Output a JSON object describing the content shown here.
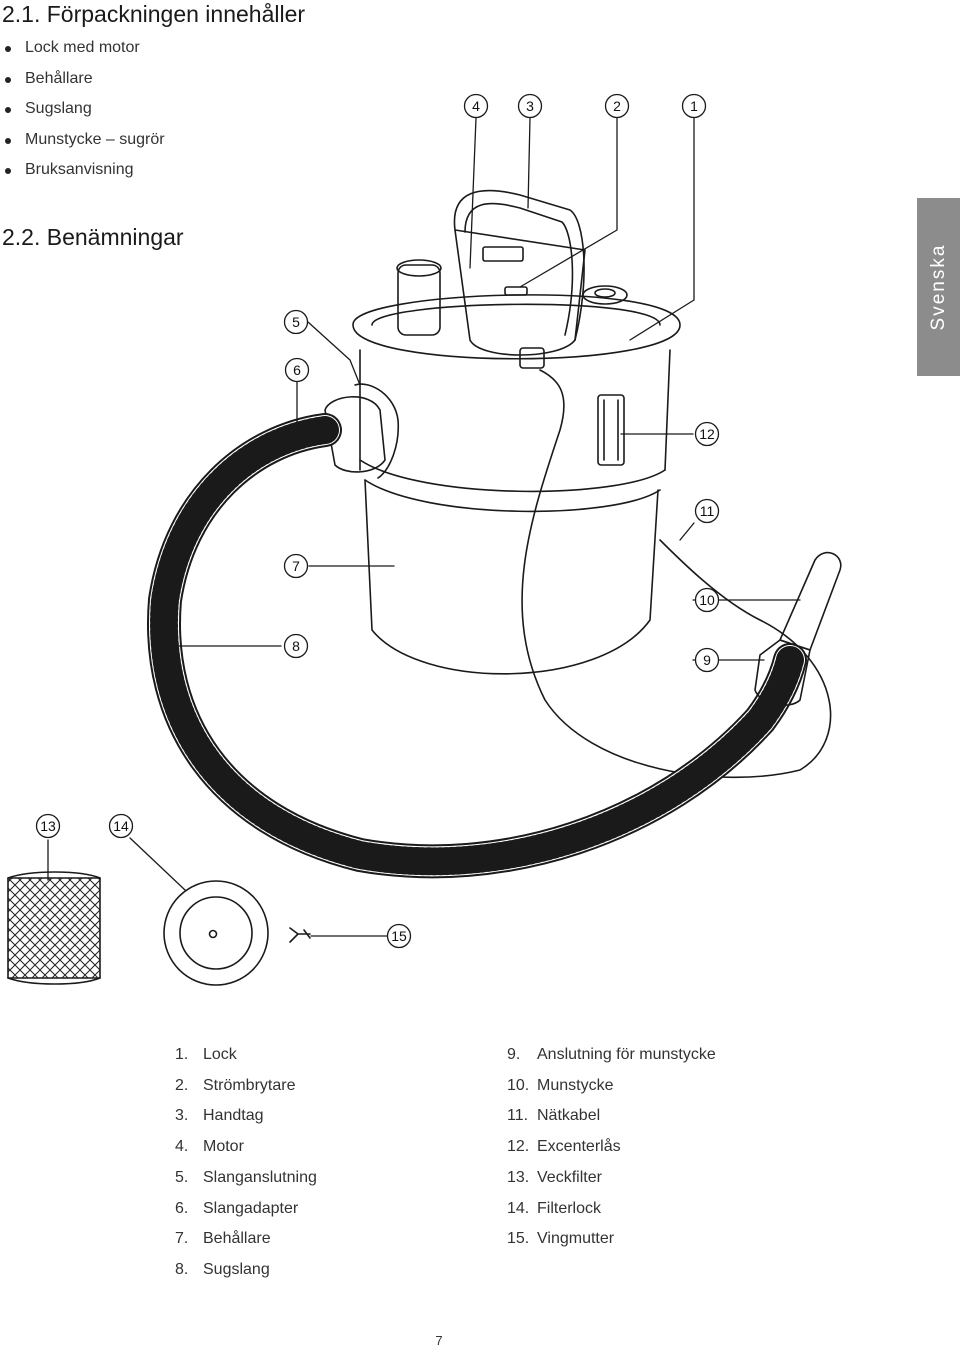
{
  "section_contents": {
    "title": "2.1. Förpackningen innehåller",
    "items": [
      "Lock med motor",
      "Behållare",
      "Sugslang",
      "Munstycke – sugrör",
      "Bruksanvisning"
    ]
  },
  "section_names": {
    "title": "2.2. Benämningar"
  },
  "language_tab": "Svenska",
  "diagram_callouts": [
    "1",
    "2",
    "3",
    "4",
    "5",
    "6",
    "7",
    "8",
    "9",
    "10",
    "11",
    "12",
    "13",
    "14",
    "15"
  ],
  "parts_left": [
    {
      "num": "1.",
      "label": "Lock"
    },
    {
      "num": "2.",
      "label": "Strömbrytare"
    },
    {
      "num": "3.",
      "label": "Handtag"
    },
    {
      "num": "4.",
      "label": "Motor"
    },
    {
      "num": "5.",
      "label": "Slanganslutning"
    },
    {
      "num": "6.",
      "label": "Slangadapter"
    },
    {
      "num": "7.",
      "label": "Behållare"
    },
    {
      "num": "8.",
      "label": "Sugslang"
    }
  ],
  "parts_right": [
    {
      "num": "9.",
      "label": "Anslutning för munstycke"
    },
    {
      "num": "10.",
      "label": "Munstycke"
    },
    {
      "num": "11.",
      "label": "Nätkabel"
    },
    {
      "num": "12.",
      "label": "Excenterlås"
    },
    {
      "num": "13.",
      "label": "Veckfilter"
    },
    {
      "num": "14.",
      "label": "Filterlock"
    },
    {
      "num": "15.",
      "label": "Vingmutter"
    }
  ],
  "page_number": "7",
  "colors": {
    "tab_background": "#8c8c8c",
    "line": "#1a1a1a"
  }
}
